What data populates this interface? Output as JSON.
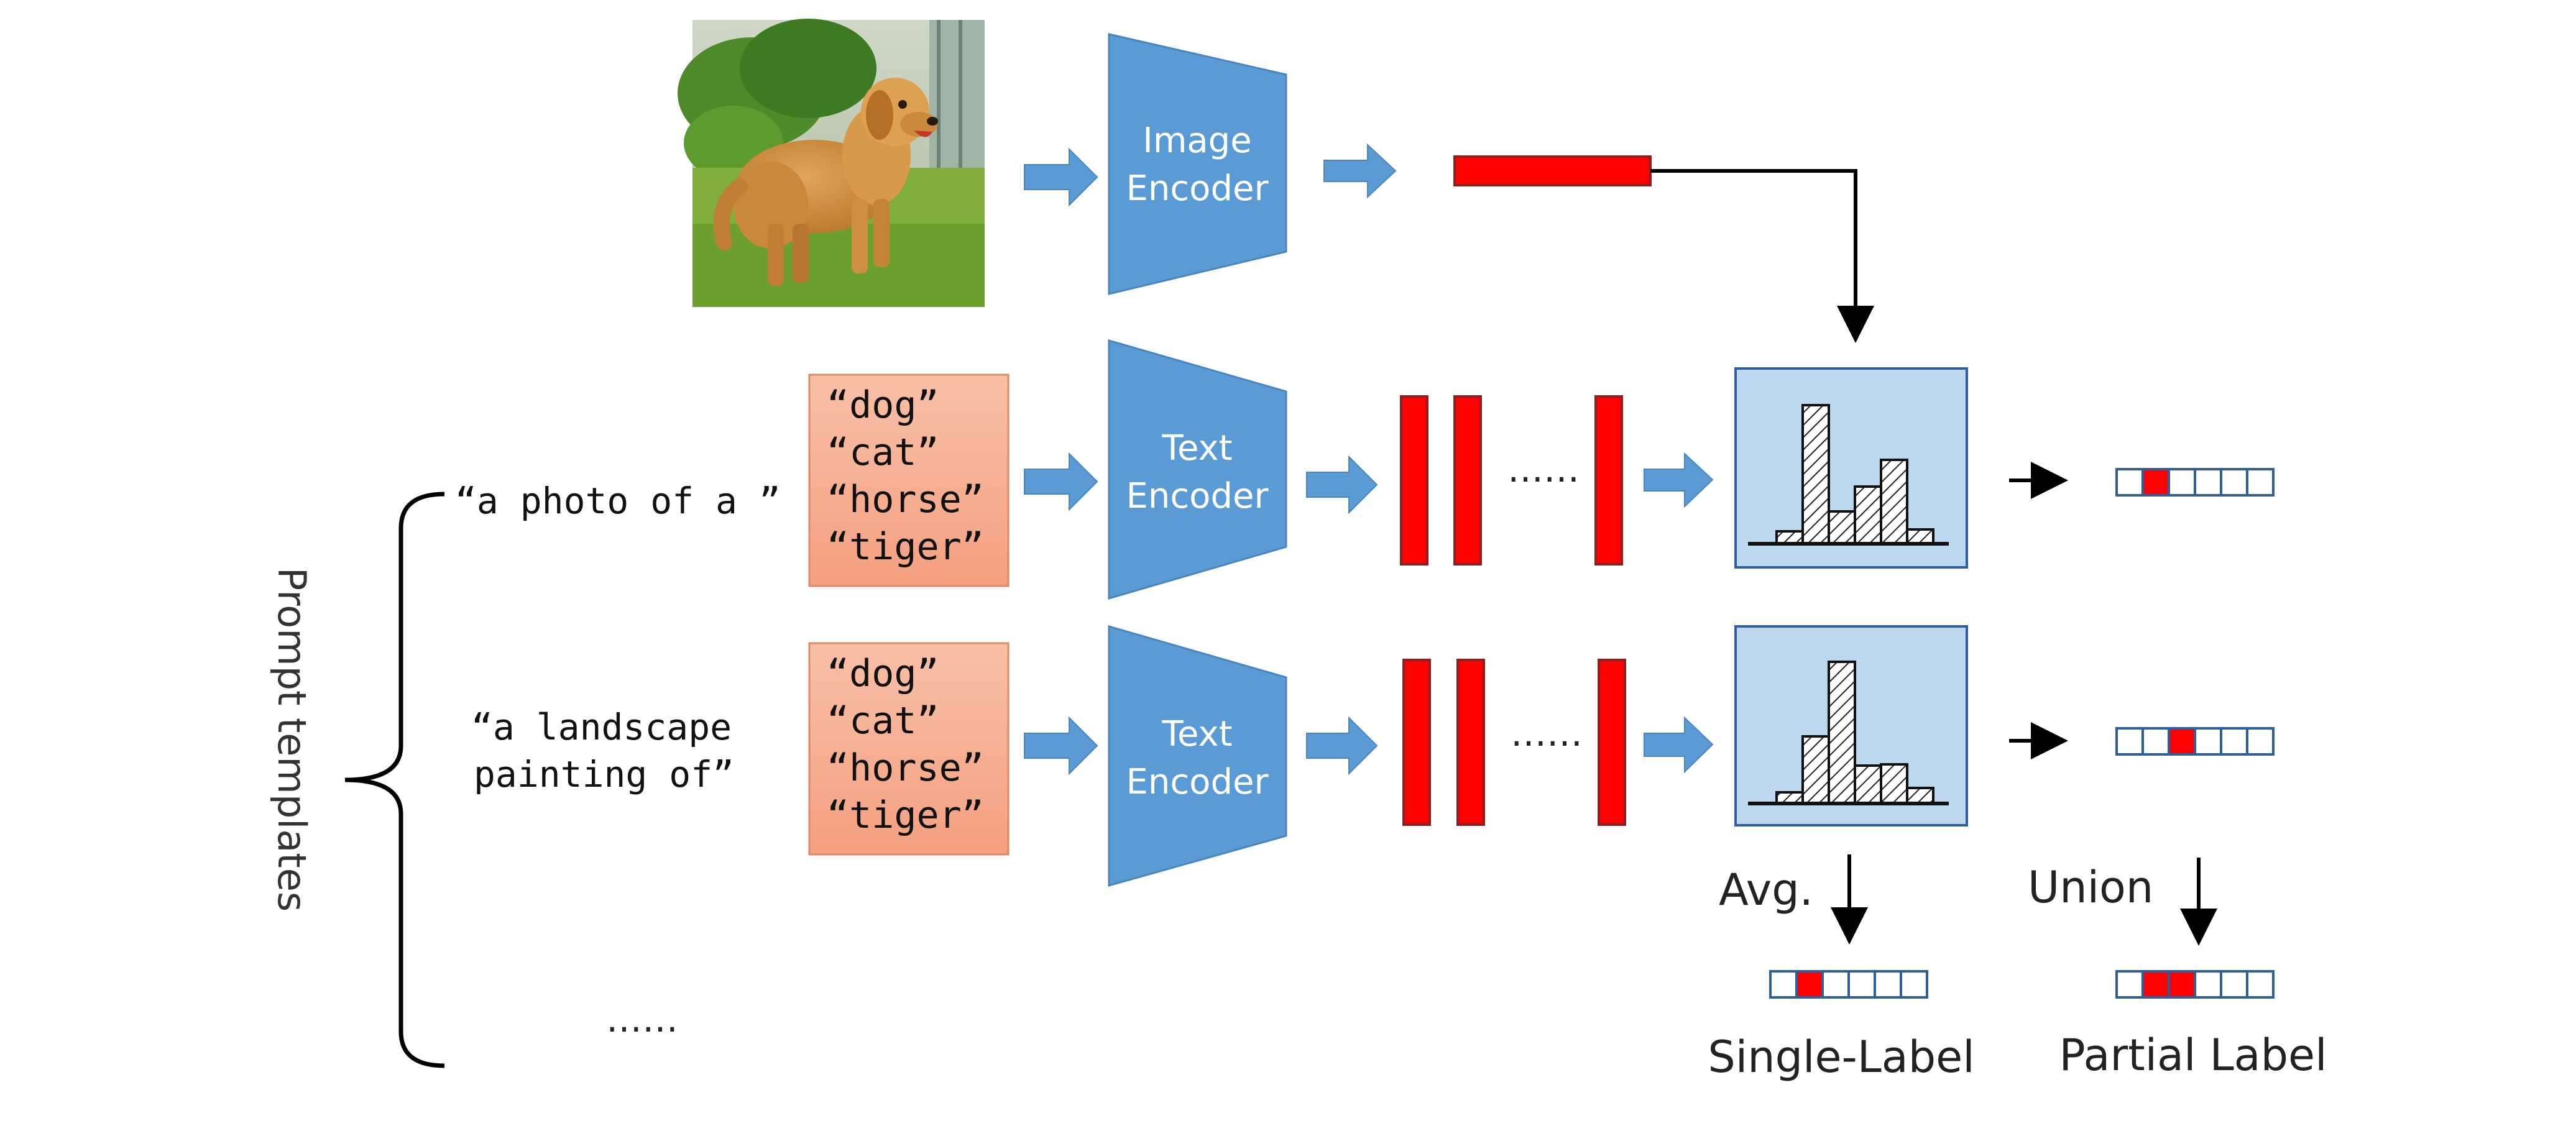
{
  "encoders": {
    "image": [
      "Image",
      "Encoder"
    ],
    "text_1": [
      "Text",
      "Encoder"
    ],
    "text_2": [
      "Text",
      "Encoder"
    ]
  },
  "classes": [
    "“dog”",
    "“cat”",
    "“horse”",
    "“tiger”"
  ],
  "templates": {
    "t1": "“a photo of a ”",
    "t2_line1": "“a landscape",
    "t2_line2": "painting of”",
    "more": "……"
  },
  "side_label": "Prompt templates",
  "ellipsis": "……",
  "operations": {
    "avg": "Avg.",
    "union": "Union"
  },
  "outputs": {
    "single": "Single-Label",
    "partial": "Partial Label"
  },
  "colors": {
    "encoder": "#5b9bd5",
    "arrow": "#5b9bd5",
    "feature": "#ff0000",
    "class_box": "#f5a98a",
    "hist_panel": "#bdd7ee",
    "label_cell_border": "#2e5e9e"
  },
  "icons": {
    "input_image": "golden-retriever-photo",
    "histogram": "similarity-histogram"
  }
}
